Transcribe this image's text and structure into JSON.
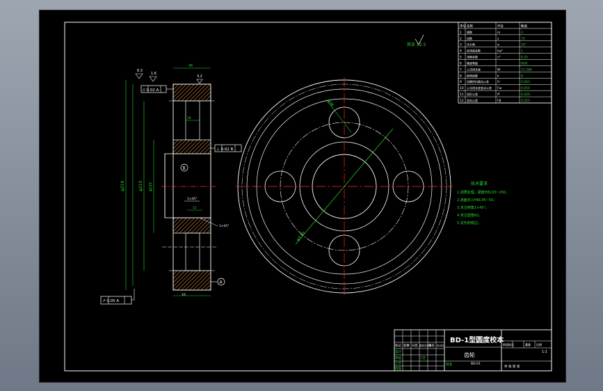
{
  "colors": {
    "background": "#000000",
    "line": "#ffffff",
    "center_line": "#ff2a2a",
    "dimension": "#2bd92b",
    "hatch": "#d98a3a",
    "viewport_frame": "#9ea6b2"
  },
  "title_block": {
    "title": "BD-1型圆度校本",
    "part_name": "齿轮",
    "scale": "1:1",
    "drawing_no": "BD-01",
    "labels": [
      "标记",
      "处数",
      "分区",
      "更改文件号",
      "签名",
      "年月日"
    ],
    "roles": [
      "设计",
      "审核",
      "工艺",
      "批准"
    ],
    "stage_labels": [
      "阶段标记",
      "重量",
      "比例"
    ],
    "sheet": "共 张 第 张"
  },
  "parameter_table": {
    "headers": [
      "序号",
      "名称",
      "代号",
      "数值"
    ],
    "rows": [
      [
        "1",
        "模数",
        "m",
        "3"
      ],
      [
        "2",
        "齿数",
        "z",
        "70"
      ],
      [
        "3",
        "压力角",
        "α",
        "20°"
      ],
      [
        "4",
        "齿顶高系数",
        "ha*",
        "1"
      ],
      [
        "5",
        "顶隙系数",
        "c*",
        "0.25"
      ],
      [
        "6",
        "精度等级",
        "",
        "8GK"
      ],
      [
        "7",
        "公法线长度",
        "W",
        "51.286"
      ],
      [
        "8",
        "跨测齿数",
        "k",
        "8"
      ],
      [
        "9",
        "齿圈径向跳动公差",
        "Fr",
        "0.063"
      ],
      [
        "10",
        "公法线长度变动公差",
        "Fw",
        "0.050"
      ],
      [
        "11",
        "齿形公差",
        "ff",
        "0.020"
      ],
      [
        "12",
        "齿向公差",
        "Fβ",
        "0.025"
      ]
    ]
  },
  "technical_requirements": {
    "title": "技术要求",
    "items": [
      "1.调质处理，硬度HB220~250。",
      "2.齿面淬火HRC45~50。",
      "3.未注倒角1×45°。",
      "4.未注圆角R2。",
      "5.去毛刺锐边。"
    ]
  },
  "annotations": {
    "roughness_other": "其余 12.5",
    "roughness_marks": [
      "6.3",
      "1.6",
      "3.2"
    ],
    "datum_a": "A",
    "datum_b": "B",
    "tolerance_1": "// 0.02 A",
    "tolerance_2": "⊥ 0.02 B",
    "tolerance_3": "↗ 0.05 A",
    "chamfer_1": "1×45°",
    "chamfer_2": "1×45°",
    "dim_phi_left": "φ216",
    "dim_phi_right": "φ210",
    "dim_width": "45",
    "dim_hub": "36",
    "dim_bolt_circle": "φ120",
    "dim_hole": "φ36",
    "dim_small_1": "12",
    "dim_small_2": "10"
  }
}
